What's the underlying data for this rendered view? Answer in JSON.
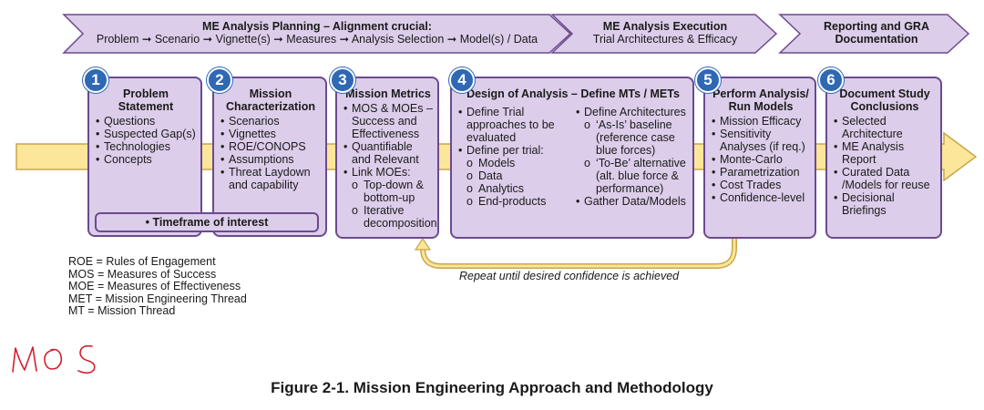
{
  "headers": {
    "planning": {
      "title": "ME Analysis Planning – Alignment crucial:",
      "subtitle": "Problem ➞ Scenario ➞ Vignette(s) ➞ Measures ➞ Analysis Selection ➞ Model(s) / Data"
    },
    "execution": {
      "title": "ME Analysis Execution",
      "subtitle": "Trial Architectures & Efficacy"
    },
    "reporting": {
      "title": "Reporting and GRA",
      "subtitle": "Documentation"
    }
  },
  "steps": [
    {
      "number": "1",
      "title": "Problem Statement",
      "bullets": [
        "Questions",
        "Suspected Gap(s)",
        "Technologies",
        "Concepts"
      ]
    },
    {
      "number": "2",
      "title": "Mission Characterization",
      "bullets": [
        "Scenarios",
        "Vignettes",
        "ROE/CONOPS",
        "Assumptions",
        "Threat Laydown and capability"
      ]
    },
    {
      "number": "3",
      "title": "Mission Metrics",
      "bullets": [
        "MOS & MOEs – Success and Effectiveness",
        "Quantifiable and Relevant",
        "Link MOEs:"
      ],
      "subs": [
        "Top-down & bottom-up",
        "Iterative decomposition"
      ]
    },
    {
      "number": "4",
      "title": "Design of Analysis – Define MTs / METs",
      "left": {
        "bullets": [
          "Define Trial approaches to be evaluated",
          "Define per trial:"
        ],
        "subs": [
          "Models",
          "Data",
          "Analytics",
          "End-products"
        ]
      },
      "right": {
        "bullet1": "Define Architectures",
        "subs": [
          "‘As-Is’ baseline (reference case blue forces)",
          "‘To-Be’ alternative (alt. blue force & performance)"
        ],
        "bullet2": "Gather Data/Models"
      }
    },
    {
      "number": "5",
      "title": "Perform Analysis/ Run Models",
      "bullets": [
        "Mission Efficacy",
        "Sensitivity Analyses (if req.)",
        "Monte-Carlo",
        "Parametrization",
        "Cost Trades",
        "Confidence-level"
      ]
    },
    {
      "number": "6",
      "title": "Document Study Conclusions",
      "bullets": [
        "Selected Architecture",
        "ME Analysis Report",
        "Curated Data /Models for reuse",
        "Decisional Briefings"
      ]
    }
  ],
  "timeframe": "• Timeframe of interest",
  "loop_label": "Repeat until desired confidence is achieved",
  "legend": [
    "ROE = Rules of Engagement",
    "MOS = Measures of Success",
    "MOE = Measures of Effectiveness",
    "MET = Mission Engineering Thread",
    "MT = Mission Thread"
  ],
  "handwritten_note": "MOS",
  "caption": "Figure 2-1.  Mission Engineering Approach and Methodology",
  "colors": {
    "box_fill": "#dccdea",
    "box_border": "#6b4a8e",
    "badge": "#2f68b3",
    "arrow_fill": "#fbe69a",
    "arrow_border": "#c9a64a",
    "handwriting": "#d2202f"
  }
}
